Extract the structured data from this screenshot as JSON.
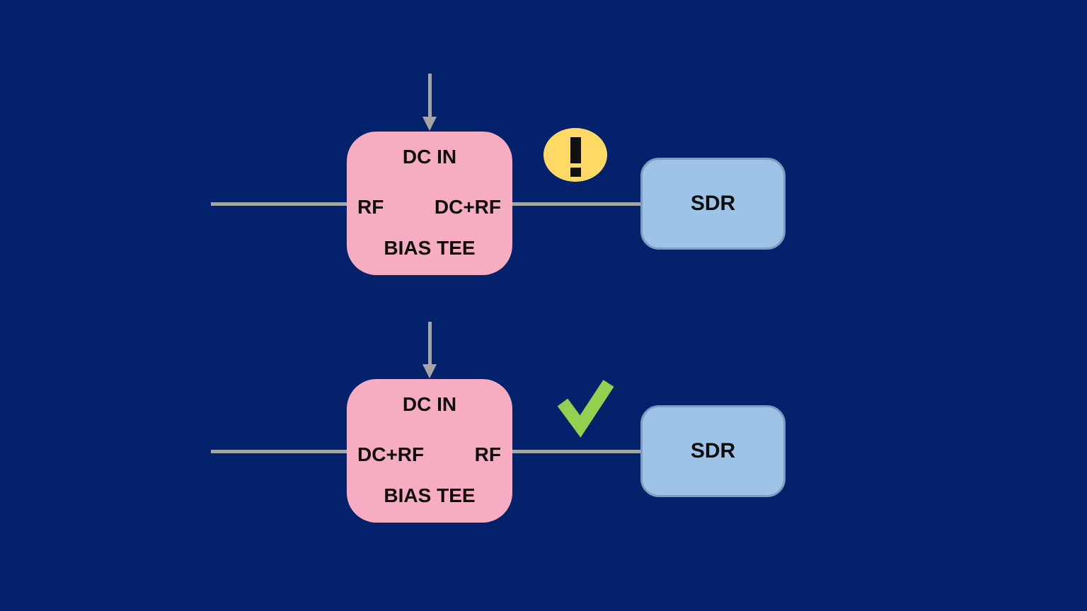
{
  "slide": {
    "background_color": "#04216B",
    "connector_color": "#A6A6A6",
    "text_color": "#0D0D0D",
    "diagrams": [
      {
        "name": "incorrect-connection",
        "status": {
          "icon": "warning-icon",
          "glyph": "!",
          "color": "#FFD966"
        },
        "bias_tee": {
          "label": "BIAS TEE",
          "top_port": "DC IN",
          "left_port": "RF",
          "right_port": "DC+RF",
          "fill": "#F6ADC1"
        },
        "device": {
          "label": "SDR",
          "fill": "#9DC3E6"
        }
      },
      {
        "name": "correct-connection",
        "status": {
          "icon": "checkmark-icon",
          "color": "#92D050"
        },
        "bias_tee": {
          "label": "BIAS TEE",
          "top_port": "DC IN",
          "left_port": "DC+RF",
          "right_port": "RF",
          "fill": "#F6ADC1"
        },
        "device": {
          "label": "SDR",
          "fill": "#9DC3E6"
        }
      }
    ]
  }
}
